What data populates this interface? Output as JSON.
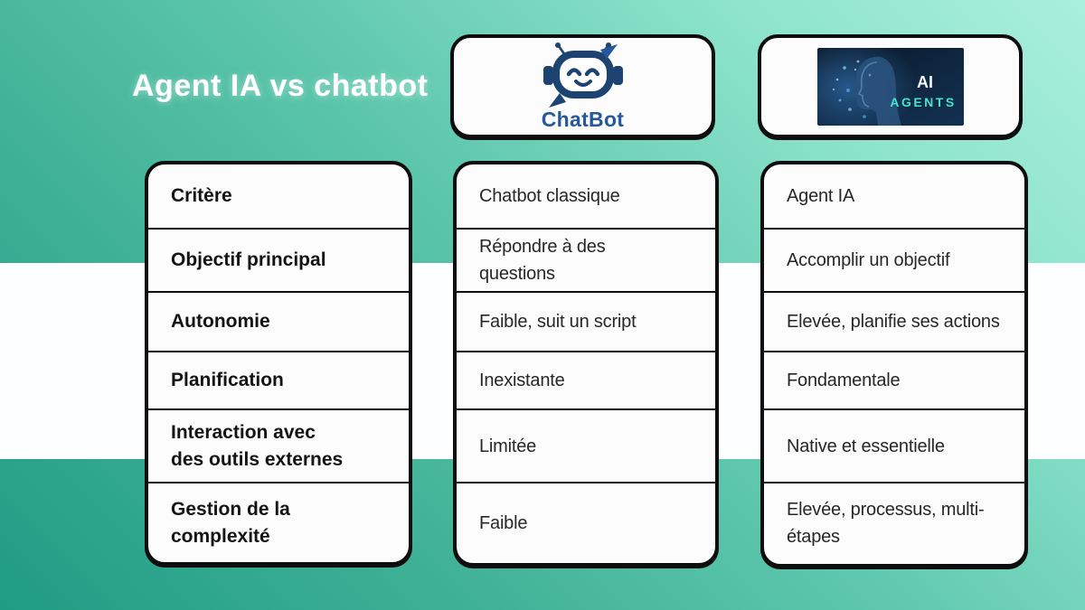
{
  "title": "Agent IA vs chatbot",
  "logos": {
    "chatbot": {
      "label": "ChatBot",
      "icon": "robot-face-icon"
    },
    "ai_agents": {
      "line1": "AI",
      "line2": "AGENTS",
      "icon": "digital-face-image"
    }
  },
  "table": {
    "criteria": [
      "Critère",
      "Objectif principal",
      "Autonomie",
      "Planification",
      "Interaction avec des outils externes",
      "Gestion de la complexité"
    ],
    "chatbot_values": [
      "Chatbot classique",
      "Répondre à des questions",
      "Faible, suit un script",
      "Inexistante",
      "Limitée",
      "Faible"
    ],
    "agent_values": [
      "Agent IA",
      "Accomplir un objectif",
      "Elevée, planifie ses actions",
      "Fondamentale",
      "Native et essentielle",
      "Elevée, processus, multi-étapes"
    ]
  },
  "colors": {
    "background_dark": "#1f9c84",
    "background_light": "#a9efde",
    "band": "#fdfeff",
    "card_background": "#fcfcfc",
    "card_border": "#0e0e0e",
    "chatbot_navy": "#1d4370",
    "chatbot_label_blue": "#27589b",
    "agents_teal": "#45e2cc",
    "agents_bg_dark": "#0c1c2e",
    "title_text": "#ffffff"
  }
}
